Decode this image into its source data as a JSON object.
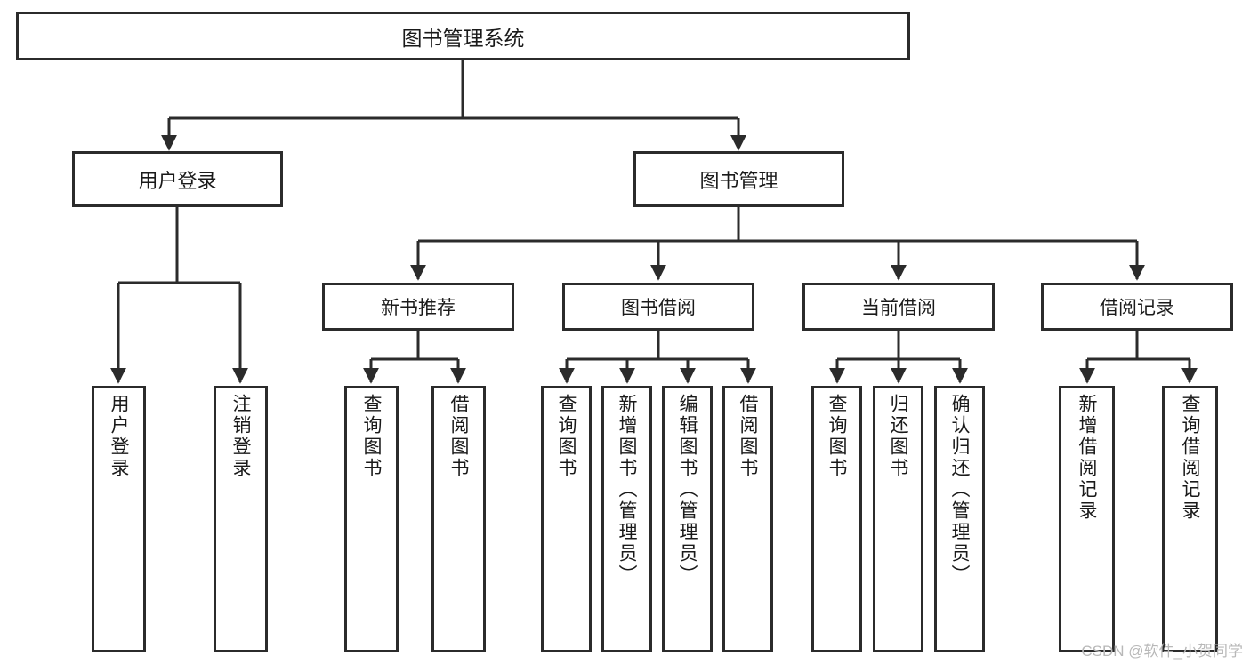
{
  "diagram": {
    "title": "图书管理系统",
    "type": "functional-structure-tree",
    "colors": {
      "background": "#ffffff",
      "border": "#2b2b2b",
      "text": "#1a1a1a",
      "watermark": "#b8b8b8"
    },
    "root": {
      "label": "图书管理系统"
    },
    "level1": [
      {
        "label": "用户登录"
      },
      {
        "label": "图书管理"
      }
    ],
    "level2": [
      {
        "label": "新书推荐"
      },
      {
        "label": "图书借阅"
      },
      {
        "label": "当前借阅"
      },
      {
        "label": "借阅记录"
      }
    ],
    "leaves": {
      "user_login": [
        {
          "label": "用户登录"
        },
        {
          "label": "注销登录"
        }
      ],
      "new_book_recommend": [
        {
          "label": "查询图书"
        },
        {
          "label": "借阅图书"
        }
      ],
      "book_borrow": [
        {
          "label": "查询图书"
        },
        {
          "label": "新增图书（管理员）"
        },
        {
          "label": "编辑图书（管理员）"
        },
        {
          "label": "借阅图书"
        }
      ],
      "current_borrow": [
        {
          "label": "查询图书"
        },
        {
          "label": "归还图书"
        },
        {
          "label": "确认归还（管理员）"
        }
      ],
      "borrow_record": [
        {
          "label": "新增借阅记录"
        },
        {
          "label": "查询借阅记录"
        }
      ]
    }
  },
  "watermark": {
    "text": "CSDN @软件_小贺同学"
  }
}
